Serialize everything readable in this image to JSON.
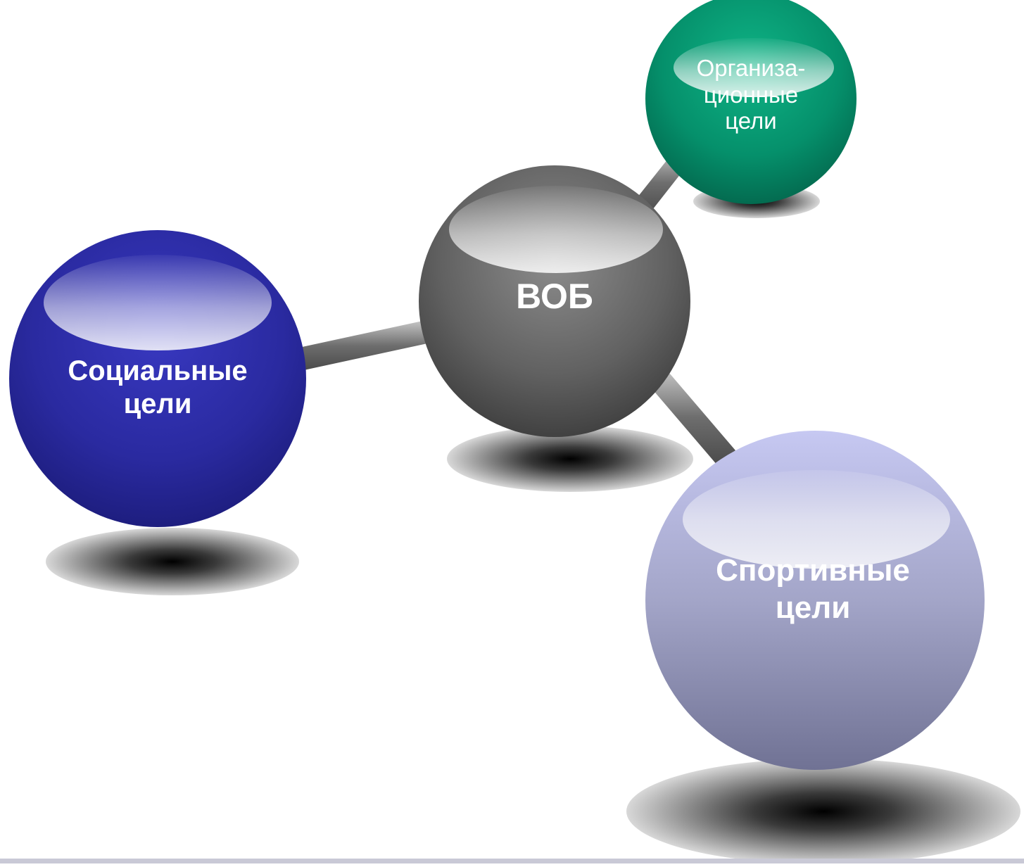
{
  "nodes": {
    "center": {
      "lines": [
        "ВОБ"
      ],
      "color": "#636363"
    },
    "social": {
      "lines": [
        "Социальные",
        "цели"
      ],
      "color": "#2b2aa3"
    },
    "organizational": {
      "lines": [
        "Организа-",
        "ционные",
        "цели"
      ],
      "color": "#049570"
    },
    "sport": {
      "lines": [
        "Спортивные",
        "цели"
      ],
      "color": "#a3a6cc"
    }
  },
  "colors": {
    "rod": "#7a7a7a",
    "shadow": "#000000",
    "background": "#ffffff"
  }
}
